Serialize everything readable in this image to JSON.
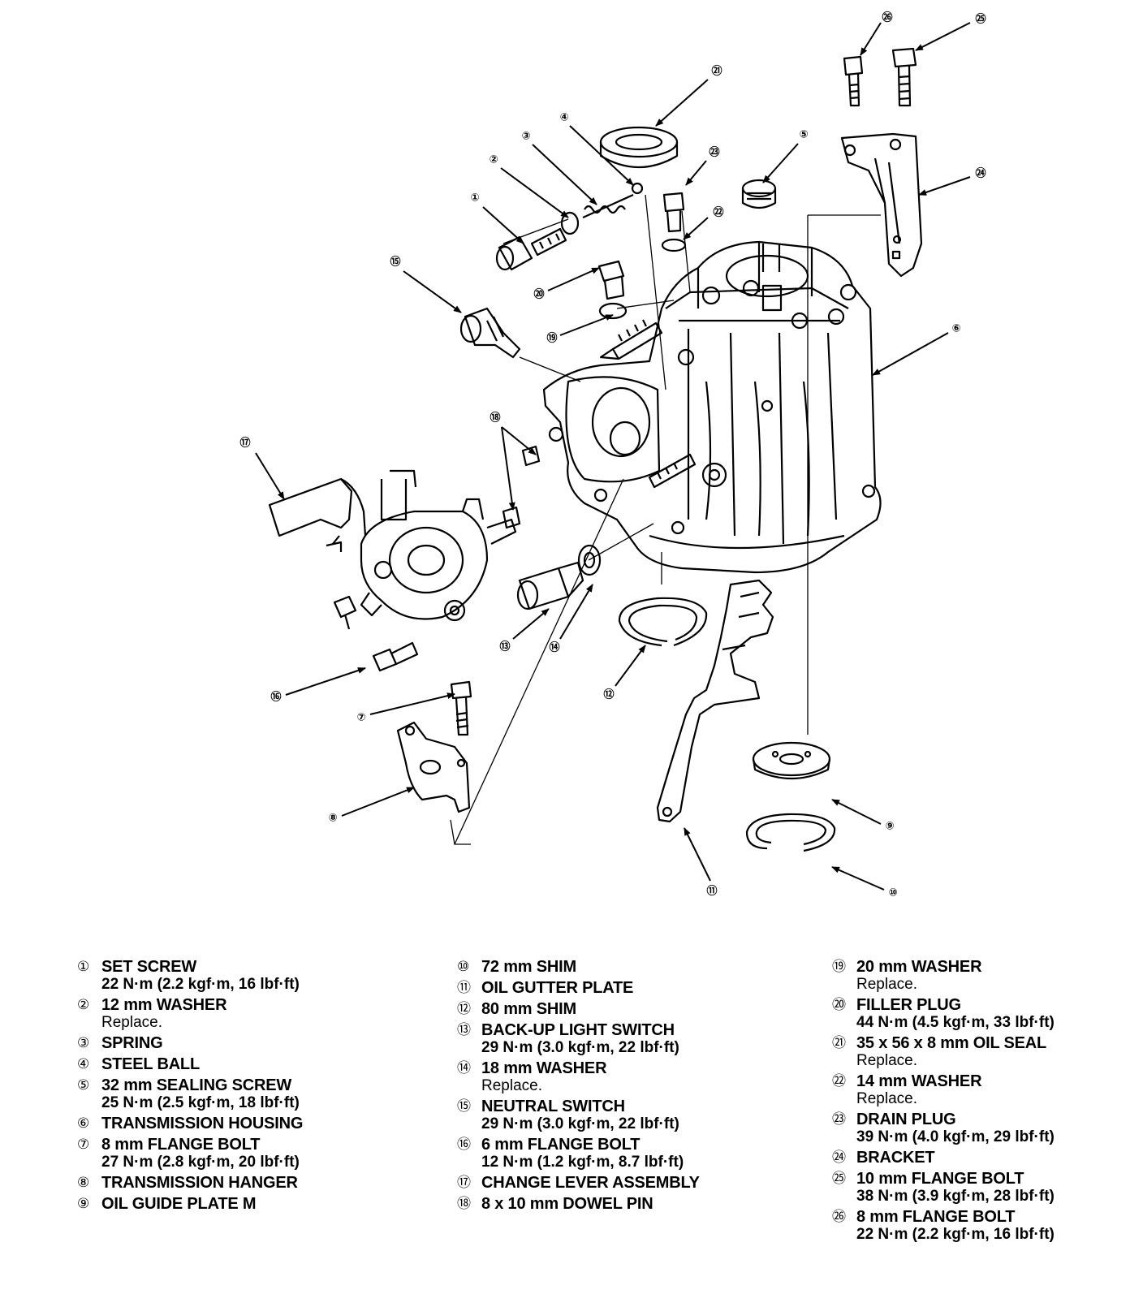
{
  "callouts": [
    "①",
    "②",
    "③",
    "④",
    "⑤",
    "⑥",
    "⑦",
    "⑧",
    "⑨",
    "⑩",
    "⑪",
    "⑫",
    "⑬",
    "⑭",
    "⑮",
    "⑯",
    "⑰",
    "⑱",
    "⑲",
    "⑳",
    "㉑",
    "㉒",
    "㉓",
    "㉔",
    "㉕",
    "㉖"
  ],
  "legend": {
    "col1": [
      {
        "num": "①",
        "name": "SET SCREW",
        "note": "22 N·m (2.2 kgf·m, 16 lbf·ft)",
        "note_bold": true
      },
      {
        "num": "②",
        "name": "12 mm WASHER",
        "note": "Replace.",
        "note_bold": false
      },
      {
        "num": "③",
        "name": "SPRING",
        "note": "",
        "note_bold": false
      },
      {
        "num": "④",
        "name": "STEEL BALL",
        "note": "",
        "note_bold": false
      },
      {
        "num": "⑤",
        "name": "32 mm SEALING SCREW",
        "note": "25 N·m (2.5 kgf·m, 18 lbf·ft)",
        "note_bold": true
      },
      {
        "num": "⑥",
        "name": "TRANSMISSION HOUSING",
        "note": "",
        "note_bold": false
      },
      {
        "num": "⑦",
        "name": "8 mm FLANGE BOLT",
        "note": "27 N·m (2.8 kgf·m, 20 lbf·ft)",
        "note_bold": true
      },
      {
        "num": "⑧",
        "name": "TRANSMISSION HANGER",
        "note": "",
        "note_bold": false
      },
      {
        "num": "⑨",
        "name": "OIL GUIDE PLATE M",
        "note": "",
        "note_bold": false
      }
    ],
    "col2": [
      {
        "num": "⑩",
        "name": "72 mm SHIM",
        "note": "",
        "note_bold": false
      },
      {
        "num": "⑪",
        "name": "OIL GUTTER PLATE",
        "note": "",
        "note_bold": false
      },
      {
        "num": "⑫",
        "name": "80 mm SHIM",
        "note": "",
        "note_bold": false
      },
      {
        "num": "⑬",
        "name": "BACK-UP LIGHT SWITCH",
        "note": "29 N·m (3.0 kgf·m, 22 lbf·ft)",
        "note_bold": true
      },
      {
        "num": "⑭",
        "name": "18 mm WASHER",
        "note": "Replace.",
        "note_bold": false
      },
      {
        "num": "⑮",
        "name": "NEUTRAL SWITCH",
        "note": "29 N·m (3.0 kgf·m, 22 lbf·ft)",
        "note_bold": true
      },
      {
        "num": "⑯",
        "name": "6 mm FLANGE BOLT",
        "note": "12 N·m (1.2 kgf·m, 8.7 lbf·ft)",
        "note_bold": true
      },
      {
        "num": "⑰",
        "name": "CHANGE LEVER ASSEMBLY",
        "note": "",
        "note_bold": false
      },
      {
        "num": "⑱",
        "name": "8 x 10 mm DOWEL PIN",
        "note": "",
        "note_bold": false
      }
    ],
    "col3": [
      {
        "num": "⑲",
        "name": "20 mm WASHER",
        "note": "Replace.",
        "note_bold": false
      },
      {
        "num": "⑳",
        "name": "FILLER PLUG",
        "note": "44 N·m (4.5 kgf·m, 33 lbf·ft)",
        "note_bold": true
      },
      {
        "num": "㉑",
        "name": "35 x 56 x 8 mm OIL SEAL",
        "note": "Replace.",
        "note_bold": false
      },
      {
        "num": "㉒",
        "name": "14 mm WASHER",
        "note": "Replace.",
        "note_bold": false
      },
      {
        "num": "㉓",
        "name": "DRAIN PLUG",
        "note": "39 N·m (4.0 kgf·m, 29 lbf·ft)",
        "note_bold": true
      },
      {
        "num": "㉔",
        "name": "BRACKET",
        "note": "",
        "note_bold": false
      },
      {
        "num": "㉕",
        "name": "10 mm FLANGE BOLT",
        "note": "38 N·m (3.9 kgf·m, 28 lbf·ft)",
        "note_bold": true
      },
      {
        "num": "㉖",
        "name": "8 mm FLANGE BOLT",
        "note": "22 N·m (2.2 kgf·m, 16 lbf·ft)",
        "note_bold": true
      }
    ]
  }
}
